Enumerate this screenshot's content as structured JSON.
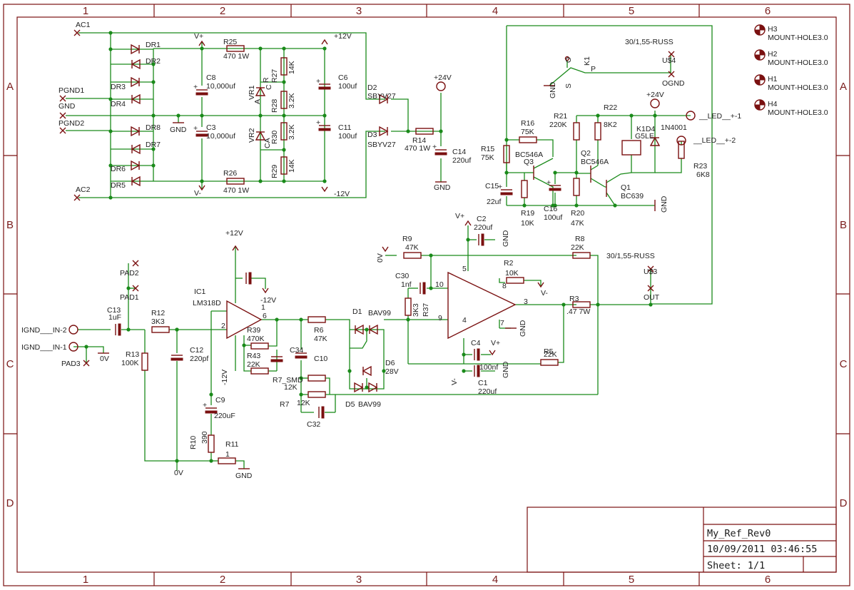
{
  "frame": {
    "col_labels": [
      "1",
      "2",
      "3",
      "4",
      "5",
      "6"
    ],
    "row_labels": [
      "A",
      "B",
      "C",
      "D"
    ]
  },
  "title_block": {
    "name": "My_Ref_Rev0",
    "datetime": "10/09/2011 03:46:55",
    "sheet": "Sheet: 1/1"
  },
  "colors": {
    "wire": "#1a8a1a",
    "component": "#7a1010",
    "text": "#1f1f1f",
    "frame": "#7a1c1c"
  },
  "labels": {
    "ac1": "AC1",
    "ac2": "AC2",
    "pgnd1": "PGND1",
    "pgnd2": "PGND2",
    "gnd": "GND",
    "dr1": "DR1",
    "dr2": "DR2",
    "dr3": "DR3",
    "dr4": "DR4",
    "dr5": "DR5",
    "dr6": "DR6",
    "dr7": "DR7",
    "dr8": "DR8",
    "vplus": "V+",
    "vminus": "V-",
    "r25": "R25",
    "r25v": "470 1W",
    "r26": "R26",
    "r26v": "470 1W",
    "c8": "C8",
    "c8v": "10,000uf",
    "c3": "C3",
    "c3v": "10,000uf",
    "gnd_sym": "GND",
    "vr1": "VR1",
    "vr2": "VR2",
    "vr_a": "A",
    "vr_c": "C",
    "vr_r": "R",
    "vr_ca": "CA",
    "r27": "R27",
    "r27v": "14K",
    "r28": "R28",
    "r28v": "3.2K",
    "r30": "R30",
    "r30v": "3.2K",
    "r29": "R29",
    "r29v": "14K",
    "p12": "+12V",
    "m12": "-12V",
    "c6": "C6",
    "c6v": "100uf",
    "c11": "C11",
    "c11v": "100uf",
    "d2": "D2",
    "d2v": "SBYV27",
    "d3": "D3",
    "d3v": "SBYV27",
    "r14": "R14",
    "r14v": "470 1W",
    "p24": "+24V",
    "c14": "C14",
    "c14v": "220uf",
    "gnd14": "GND",
    "k1": "K1",
    "k1_30": "30/1,55-RUSS",
    "k1_us4": "U$4",
    "k1_o": "O",
    "k1_p": "P",
    "k1_s": "S",
    "ognd": "OGND",
    "k1gnd": "GND",
    "p24b": "+24V",
    "r21": "R21",
    "r21v": "220K",
    "r22": "R22",
    "r22v": "8K2",
    "k1d4": "K1D4",
    "g5le": "G5LE",
    "n4001": "1N4001",
    "led1": "__LED__+-1",
    "led2": "__LED__+-2",
    "r16": "R16",
    "r16v": "75K",
    "r15": "R15",
    "r15v": "75K",
    "bc546a": "BC546A",
    "q3": "Q3",
    "q2": "Q2",
    "q2v": "BC546A",
    "q1": "Q1",
    "q1v": "BC639",
    "c15": "C15",
    "c15v": "22uf",
    "c16": "C16",
    "c16v": "100uf",
    "r19": "R19",
    "r19v": "10K",
    "r20": "R20",
    "r20v": "47K",
    "r23": "R23",
    "r23v": "6K8",
    "gndq": "GND",
    "h3": "H3",
    "h3v": "MOUNT-HOLE3.0",
    "h2": "H2",
    "h2v": "MOUNT-HOLE3.0",
    "h1": "H1",
    "h1v": "MOUNT-HOLE3.0",
    "h4": "H4",
    "h4v": "MOUNT-HOLE3.0",
    "pad2": "PAD2",
    "pad1": "PAD1",
    "pad3": "PAD3",
    "c13": "C13",
    "c13v": "1uF",
    "r12": "R12",
    "r12v": "3K3",
    "in2": "IGND___IN-2",
    "in1": "IGND___IN-1",
    "ov": "0V",
    "r13": "R13",
    "r13v": "100K",
    "c12": "C12",
    "c12v": "220pf",
    "p12b": "+12V",
    "ic1": "IC1",
    "lm318": "LM318D",
    "m12b": "-12V",
    "m12c": "-12V",
    "r39": "R39",
    "r39v": "470K",
    "r43": "R43",
    "r43v": "22K",
    "c34": "C34",
    "c10": "C10",
    "r6": "R6",
    "r6v": "47K",
    "r7s": "R7_SMD",
    "r7sv": "12K",
    "r7": "R7",
    "r7v": "12K",
    "c32": "C32",
    "c9": "C9",
    "c9v": "220uF",
    "r10": "R10",
    "r10v": "390",
    "r11": "R11",
    "r11v": "1",
    "ov2": "0V",
    "gnd11": "GND",
    "d1": "D1",
    "bav99": "BAV99",
    "d6": "D6",
    "d6v": "28V",
    "d5": "D5",
    "bav99b": "BAV99",
    "ov9": "0V",
    "r9": "R9",
    "r9v": "47K",
    "c2": "C2",
    "c2v": "220uf",
    "vp2": "V+",
    "gnd2": "GND",
    "c30": "C30",
    "c30v": "1nf",
    "r37": "R37",
    "r37v": "3K3",
    "r2": "R2",
    "r2v": "10K",
    "vm2": "V-",
    "r8": "R8",
    "r8v": "22K",
    "k30": "30/1,55-RUSS",
    "us3": "U$3",
    "out": "OUT",
    "r3": "R3",
    "r3v": ".47 7W",
    "c4": "C4",
    "vp4": "V+",
    "c1": "C1",
    "c1v": "220uf",
    "c1n": "100nf",
    "vm1": "V-",
    "gnd1": "GND",
    "gnd7": "GND",
    "r5": "R5",
    "r5v": "22K",
    "p8": "8",
    "p10": "10",
    "p9": "9",
    "p4": "4",
    "p7": "7",
    "p3": "3",
    "p5": "5",
    "p6": "6",
    "p1": "1",
    "p2": "2"
  }
}
